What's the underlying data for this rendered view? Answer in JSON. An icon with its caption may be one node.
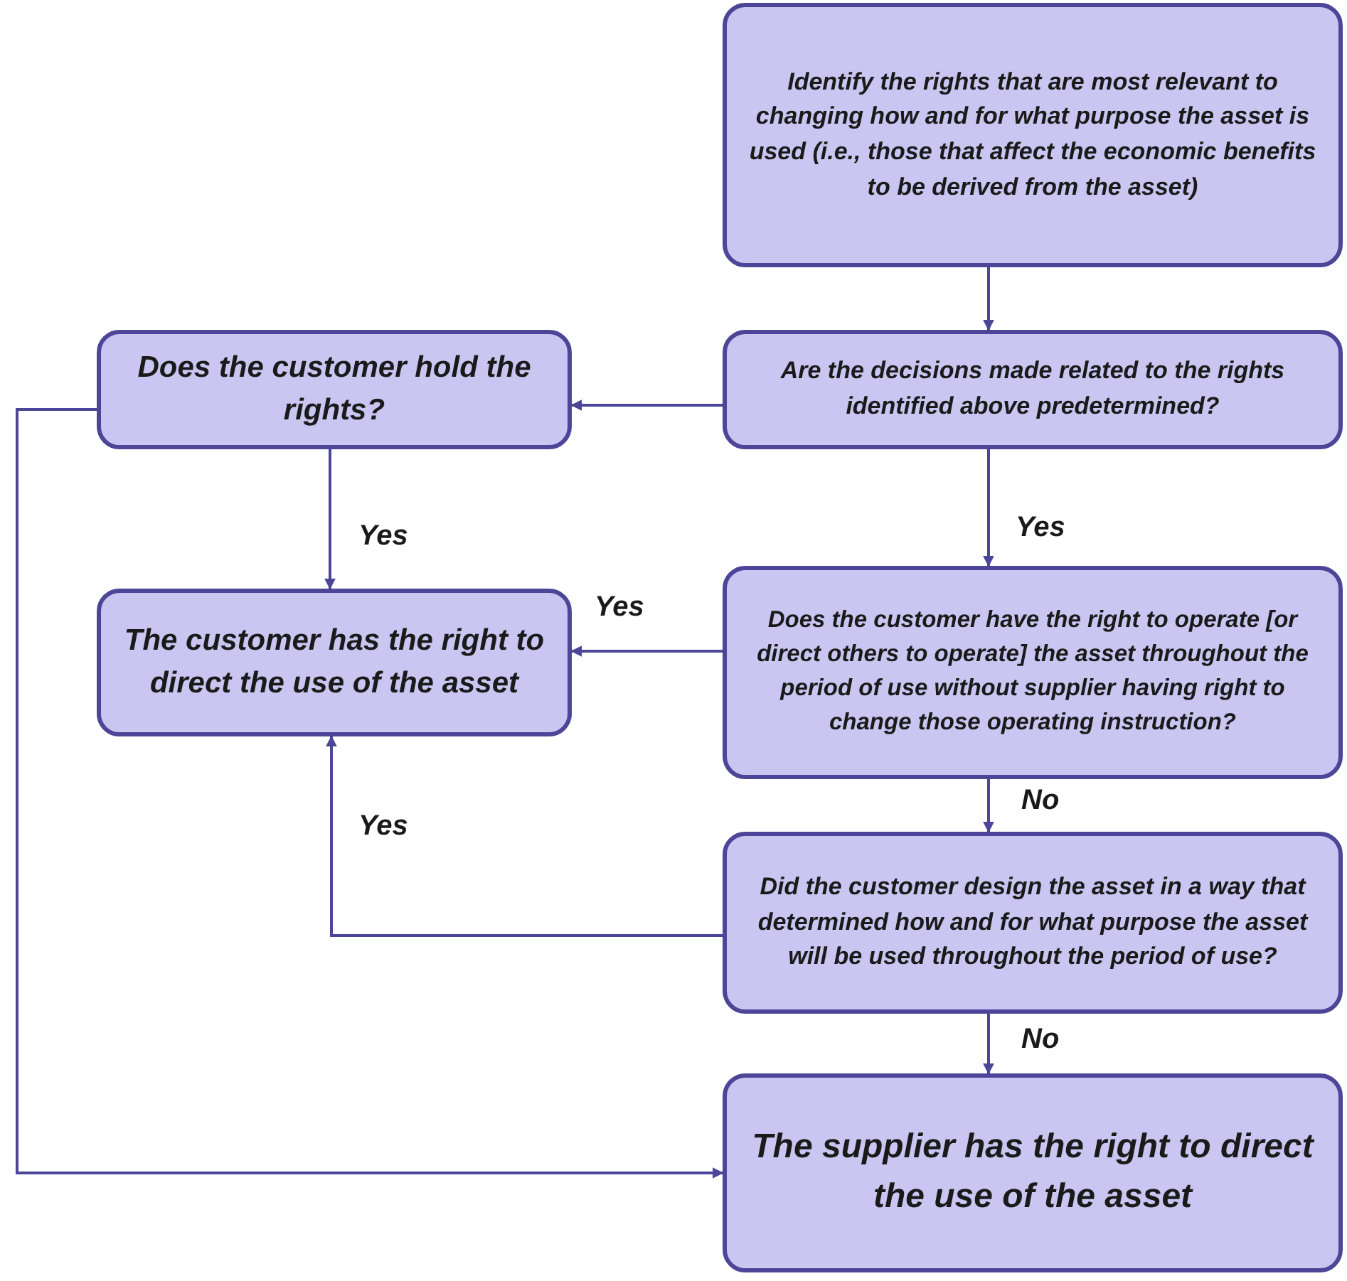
{
  "diagram": {
    "nodes": [
      {
        "text": [
          "Identify the rights that are most relevant to changing how and for what purpose the asset is used (i.e., those that affect the economic benefits to be derived from the asset)"
        ]
      },
      {
        "text": [
          "Are the decisions made related to the rights identified above predetermined?"
        ]
      },
      {
        "text": [
          "Does the customer hold the rights?"
        ]
      },
      {
        "text": [
          "The customer has the right to direct the use of the asset"
        ]
      },
      {
        "text": [
          "Does the customer have the right to operate [or direct others to operate] the asset throughout the period of use without supplier having right to change those operating instruction?"
        ]
      },
      {
        "text": [
          "Did the customer design the asset in a way that determined how and for what purpose the asset will be used throughout the period of use?"
        ]
      },
      {
        "text": [
          "The supplier has the right to direct the use of the asset"
        ]
      }
    ],
    "edges": [
      {
        "from": 0,
        "to": 1,
        "arrow": "to"
      },
      {
        "from": 1,
        "to": 2,
        "arrow": "to"
      },
      {
        "from": 1,
        "to": 4,
        "arrow": "to",
        "label": "Yes"
      },
      {
        "from": 2,
        "to": 3,
        "arrow": "to",
        "label": "Yes"
      },
      {
        "from": 4,
        "to": 3,
        "arrow": "to",
        "label": "Yes"
      },
      {
        "from": 4,
        "to": 5,
        "arrow": "to",
        "label": "No"
      },
      {
        "from": 5,
        "to": 3,
        "arrow": "to",
        "label": "Yes"
      },
      {
        "from": 5,
        "to": 6,
        "arrow": "to",
        "label": "No"
      },
      {
        "from": 2,
        "to": 6,
        "arrow": "to"
      }
    ]
  }
}
